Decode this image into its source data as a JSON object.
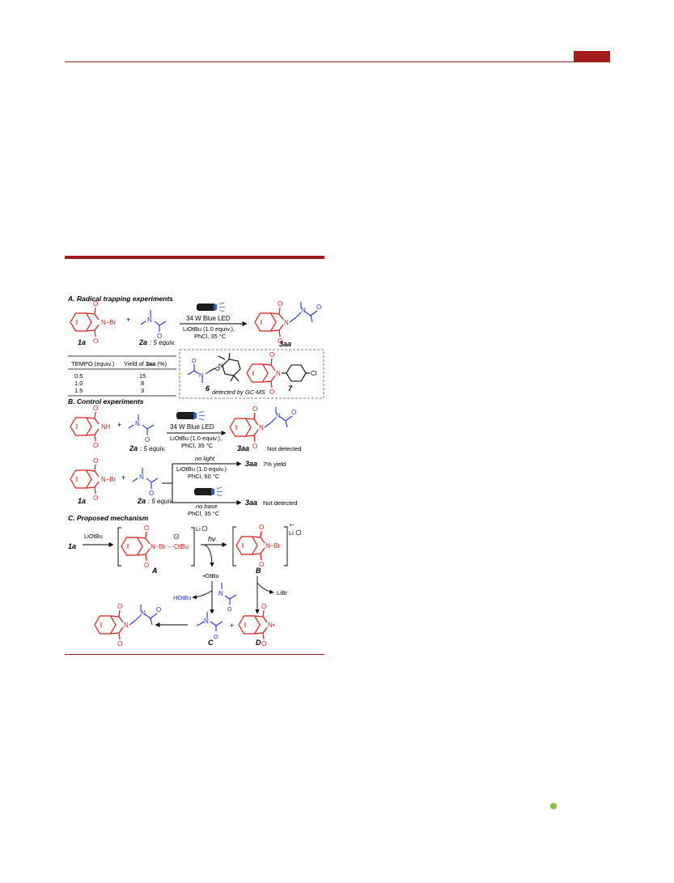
{
  "page": {
    "accent_color": "#9b1c1c",
    "marker_color": "#8fc33a"
  },
  "figure": {
    "section_a": {
      "title": "A. Radical trapping experiments",
      "reagent1": "1a",
      "reagent2": "2a",
      "reagent2_equiv": ": 5 equiv.",
      "product": "3aa",
      "light": "34 W Blue LED",
      "cond1": "LiOtBu (1.0 equiv.),",
      "cond2": "PhCl, 35 °C",
      "table_head1": "TEMPO (equiv.)",
      "table_head2a": "Yield of ",
      "table_head2b": "3aa",
      "table_head2c": " (%)",
      "table_rows": [
        {
          "equiv": "0.5",
          "yield": "15"
        },
        {
          "equiv": "1.0",
          "yield": "8"
        },
        {
          "equiv": "1.5",
          "yield": "3"
        }
      ],
      "adduct6": "6",
      "adduct7": "7",
      "gcms": "detected by GC-MS",
      "br": "N–Br",
      "cl": "Cl"
    },
    "section_b": {
      "title": "B. Control experiments",
      "nh": "NH",
      "reagent2": "2a",
      "reagent2_equiv": ": 5 equiv.",
      "light": "34 W Blue LED",
      "cond1": "LiOtBu (1.0 equiv.),",
      "cond2": "PhCl, 35 °C",
      "product": "3aa",
      "result1": "Not detected",
      "reagent1": "1a",
      "no_light": "no light",
      "cond3": "LiOtBu (1.0 equiv.)",
      "cond4": "PhCl, 60 °C",
      "result2": "7% yield",
      "no_base": "no base",
      "cond5": "PhCl, 35 °C",
      "result3": "Not detected"
    },
    "section_c": {
      "title": "C. Proposed mechanism",
      "start": "1a",
      "reagent": "LiOtBu",
      "int_a": "A",
      "int_b": "B",
      "int_c": "C",
      "int_d": "D",
      "li": "Li",
      "hv": "hν",
      "otbu_rad": "•OtBu",
      "hotbu": "HOtBu",
      "libr": "LiBr",
      "br_otbu": "N–Br····OtBu",
      "b_br": "N–Br",
      "plus": "+"
    }
  }
}
